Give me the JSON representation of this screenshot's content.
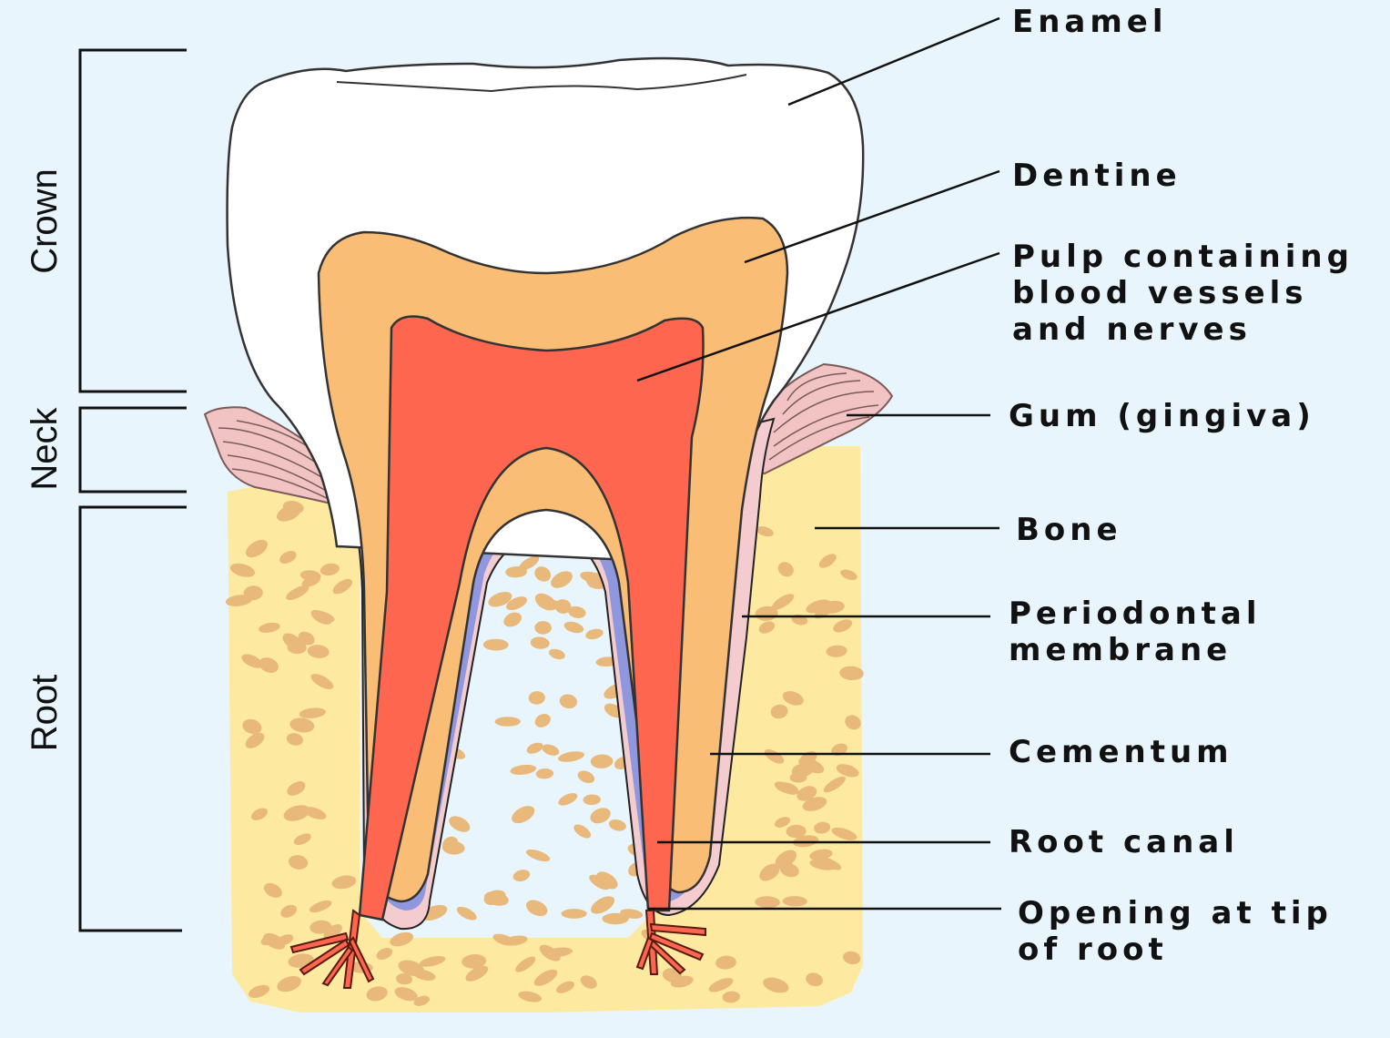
{
  "sections": {
    "crown": "Crown",
    "neck": "Neck",
    "root": "Root"
  },
  "labels": {
    "enamel": "Enamel",
    "dentine": "Dentine",
    "pulp": [
      "Pulp containing",
      "blood vessels",
      "and nerves"
    ],
    "gum": "Gum (gingiva)",
    "bone": "Bone",
    "periodontal": [
      "Periodontal",
      "membrane"
    ],
    "cementum": "Cementum",
    "root_canal": "Root canal",
    "opening": [
      "Opening at tip",
      "of root"
    ]
  },
  "colors": {
    "background": "#e9f5fd",
    "enamel": "#ffffff",
    "dentine": "#f9bd75",
    "pulp": "#ff6650",
    "bone": "#fdeaa0",
    "bone_spots": "#e8b97a",
    "gum": "#f1c3c3",
    "periodontal_membrane": "#f4cccf",
    "cementum": "#8f97de"
  }
}
